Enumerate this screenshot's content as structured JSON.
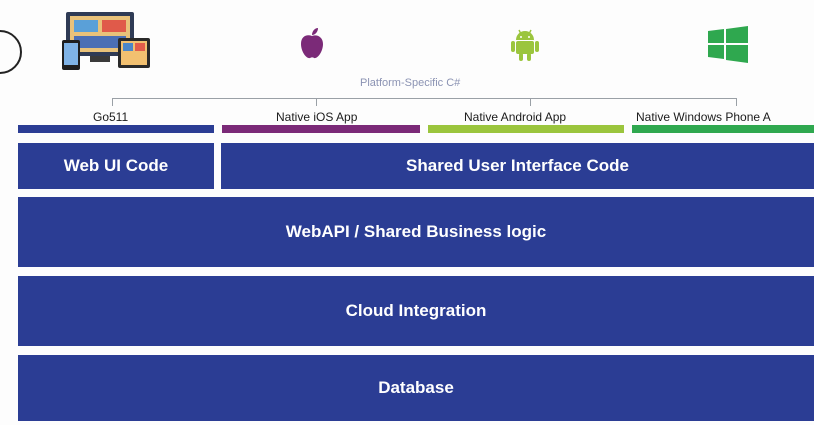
{
  "header": {
    "platform_label": "Platform-Specific C#"
  },
  "icons": [
    {
      "name": "web-devices-icon"
    },
    {
      "name": "apple-icon",
      "color": "#7b2a78"
    },
    {
      "name": "android-icon",
      "color": "#9bc53d"
    },
    {
      "name": "windows-icon",
      "color": "#2fa84f"
    }
  ],
  "platforms": [
    {
      "label": "Go511",
      "color": "#2b3d94"
    },
    {
      "label": "Native iOS App",
      "color": "#7b2a78"
    },
    {
      "label": "Native Android App",
      "color": "#9bc53d"
    },
    {
      "label": "Native Windows Phone A",
      "color": "#2fa84f"
    }
  ],
  "layers": {
    "web_ui": "Web UI Code",
    "shared_ui": "Shared User Interface Code",
    "business": "WebAPI / Shared Business logic",
    "cloud": "Cloud Integration",
    "database": "Database"
  },
  "colors": {
    "layer_blue": "#2b3d94"
  }
}
